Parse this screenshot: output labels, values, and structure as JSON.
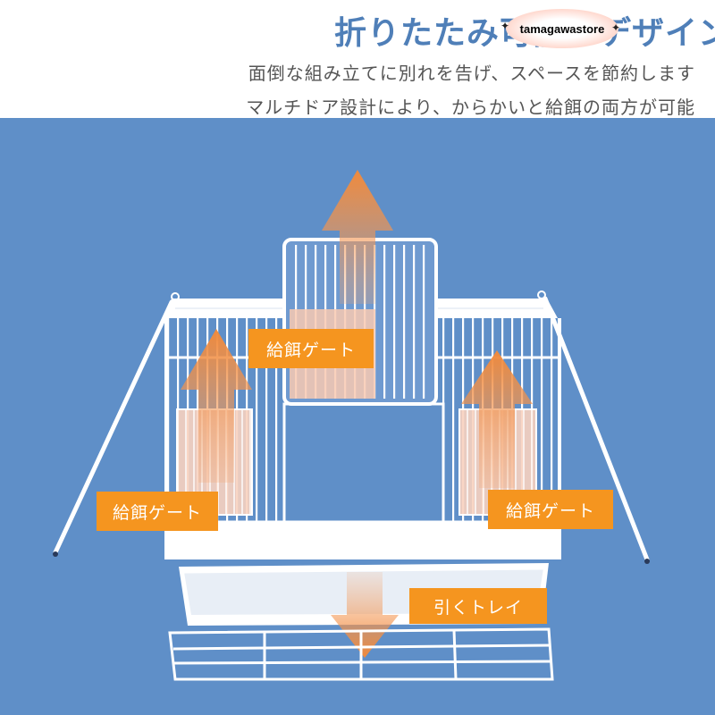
{
  "header": {
    "title": "折りたたみ可能なデザイン",
    "store_name": "tamagawastore",
    "lines": [
      "面倒な組み立てに別れを告げ、スペースを節約します",
      "マルチドア設計により、からかいと給餌の両方が可能"
    ]
  },
  "labels": {
    "feed_gate_top": "給餌ゲート",
    "feed_gate_left": "給餌ゲート",
    "feed_gate_right": "給餌ゲート",
    "pull_tray": "引くトレイ"
  },
  "colors": {
    "panel_bg": "#5f8fc8",
    "label_bg": "#f5951f",
    "title": "#4f7fb8",
    "arrow": "#f08a3c"
  },
  "icons": [
    "up-arrow-icon",
    "down-arrow-icon",
    "sparkle-icon"
  ]
}
